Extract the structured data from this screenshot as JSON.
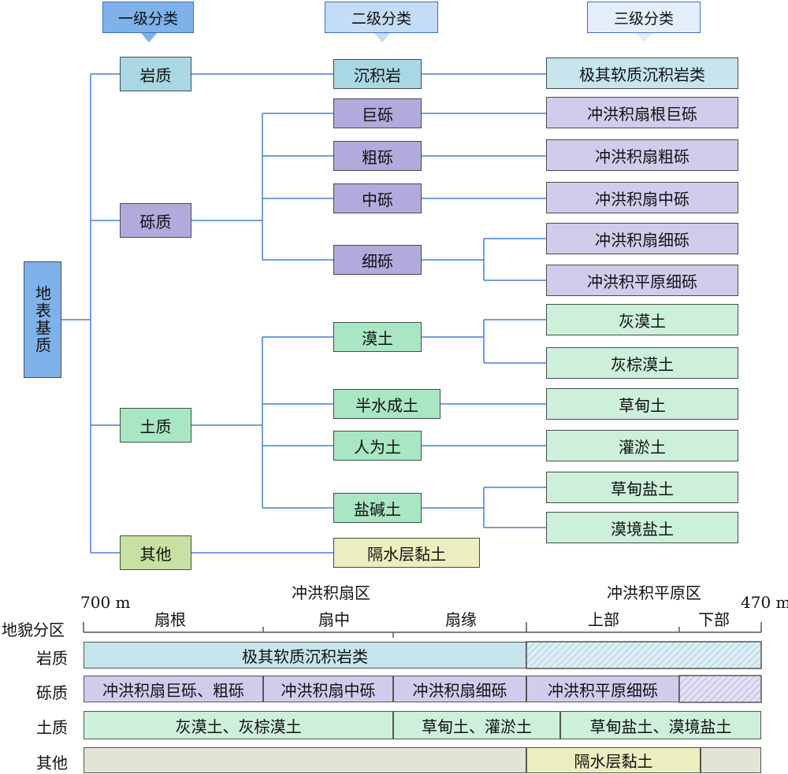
{
  "headers": {
    "level1": "一级分类",
    "level2": "二级分类",
    "level3": "三级分类"
  },
  "root": "地表基质",
  "level1": {
    "rock": "岩质",
    "gravel": "砾质",
    "soil": "土质",
    "other": "其他"
  },
  "level2": {
    "sediment": "沉积岩",
    "giant": "巨砾",
    "coarse": "粗砾",
    "medium": "中砾",
    "fine": "细砾",
    "desert": "漠土",
    "semi": "半水成土",
    "anthro": "人为土",
    "saline": "盐碱土",
    "clay": "隔水层黏土"
  },
  "level3": {
    "soft_rock": "极其软质沉积岩类",
    "root_giant": "冲洪积扇根巨砾",
    "coarse": "冲洪积扇粗砾",
    "medium": "冲洪积扇中砾",
    "fine_fan": "冲洪积扇细砾",
    "fine_plain": "冲洪积平原细砾",
    "grey_desert": "灰漠土",
    "grey_brown": "灰棕漠土",
    "meadow": "草甸土",
    "irrigated": "灌淤土",
    "meadow_saline": "草甸盐土",
    "desert_saline": "漠境盐土"
  },
  "zones": {
    "row_label": "地貌分区",
    "left_elev": "700 m",
    "right_elev": "470 m",
    "fan_region": "冲洪积扇区",
    "plain_region": "冲洪积平原区",
    "fan_root": "扇根",
    "fan_mid": "扇中",
    "fan_edge": "扇缘",
    "upper": "上部",
    "lower": "下部"
  },
  "rows": {
    "rock_label": "岩质",
    "rock_1": "极其软质沉积岩类",
    "gravel_label": "砾质",
    "gravel_1": "冲洪积扇巨砾、粗砾",
    "gravel_2": "冲洪积扇中砾",
    "gravel_3": "冲洪积扇细砾",
    "gravel_4": "冲洪积平原细砾",
    "soil_label": "土质",
    "soil_1": "灰漠土、灰棕漠土",
    "soil_2": "草甸土、灌淤土",
    "soil_3": "草甸盐土、漠境盐土",
    "other_label": "其他",
    "other_1": "隔水层黏土"
  },
  "colors": {
    "rock": "#a9d7e4",
    "gravel": "#b2a9dc",
    "soil": "#a8e6c4",
    "other": "#c8e0a2",
    "line": "#4a7fd0",
    "header": "#7fb2ea"
  }
}
